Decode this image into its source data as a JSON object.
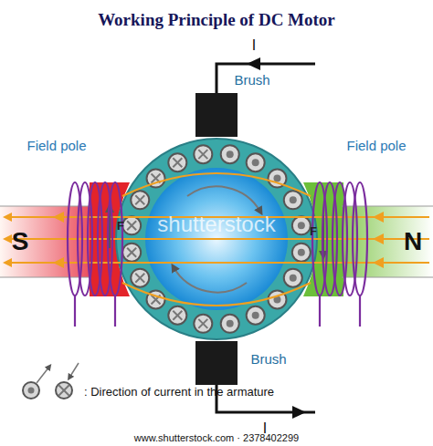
{
  "diagram": {
    "title": "Working Principle of DC Motor",
    "nodes": [
      {
        "text": [
          "S"
        ]
      },
      {
        "text": [
          "N"
        ]
      },
      {
        "text": [
          "Brush"
        ]
      },
      {
        "text": [
          "Brush"
        ]
      }
    ],
    "labels": [
      "Field pole",
      "Field pole",
      "I",
      "I",
      "F",
      "F",
      "shutterstock",
      "www.shutterstock.com · 2378402299"
    ],
    "legend": [
      {
        "text": ": Direction of current in the armature"
      }
    ]
  }
}
